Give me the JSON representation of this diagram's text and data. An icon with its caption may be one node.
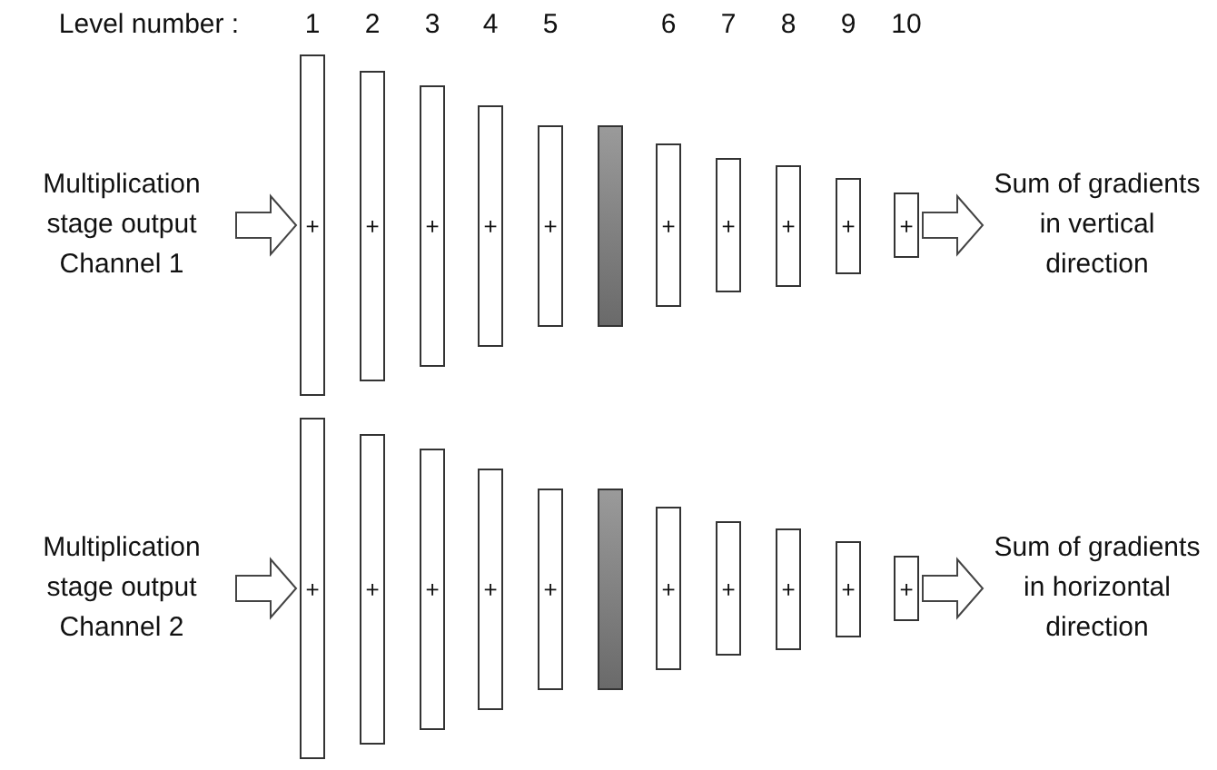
{
  "diagram": {
    "nodes": [
      {
        "text": [
          "Multiplication stage output Channel 1"
        ]
      },
      {
        "text": [
          "+"
        ]
      },
      {
        "text": [
          "+"
        ]
      },
      {
        "text": [
          "+"
        ]
      },
      {
        "text": [
          "+"
        ]
      },
      {
        "text": [
          "+"
        ]
      },
      {
        "text": [],
        "shape": "bar"
      },
      {
        "text": [
          "+"
        ]
      },
      {
        "text": [
          "+"
        ]
      },
      {
        "text": [
          "+"
        ]
      },
      {
        "text": [
          "+"
        ]
      },
      {
        "text": [
          "+"
        ]
      },
      {
        "text": [
          "Sum of gradients in vertical direction"
        ]
      },
      {
        "text": [
          "Multiplication stage output Channel 2"
        ]
      },
      {
        "text": [
          "+"
        ]
      },
      {
        "text": [
          "+"
        ]
      },
      {
        "text": [
          "+"
        ]
      },
      {
        "text": [
          "+"
        ]
      },
      {
        "text": [
          "+"
        ]
      },
      {
        "text": [],
        "shape": "bar"
      },
      {
        "text": [
          "+"
        ]
      },
      {
        "text": [
          "+"
        ]
      },
      {
        "text": [
          "+"
        ]
      },
      {
        "text": [
          "+"
        ]
      },
      {
        "text": [
          "+"
        ]
      },
      {
        "text": [
          "Sum of gradients in horizontal direction"
        ]
      }
    ],
    "edges": [
      {
        "from": 0,
        "to": 1,
        "arrow": "to"
      },
      {
        "from": 11,
        "to": 12,
        "arrow": "to"
      },
      {
        "from": 13,
        "to": 14,
        "arrow": "to"
      },
      {
        "from": 24,
        "to": 25,
        "arrow": "to"
      }
    ],
    "labels": [
      "Level number :",
      "1",
      "2",
      "3",
      "4",
      "5",
      "6",
      "7",
      "8",
      "9",
      "10"
    ]
  }
}
